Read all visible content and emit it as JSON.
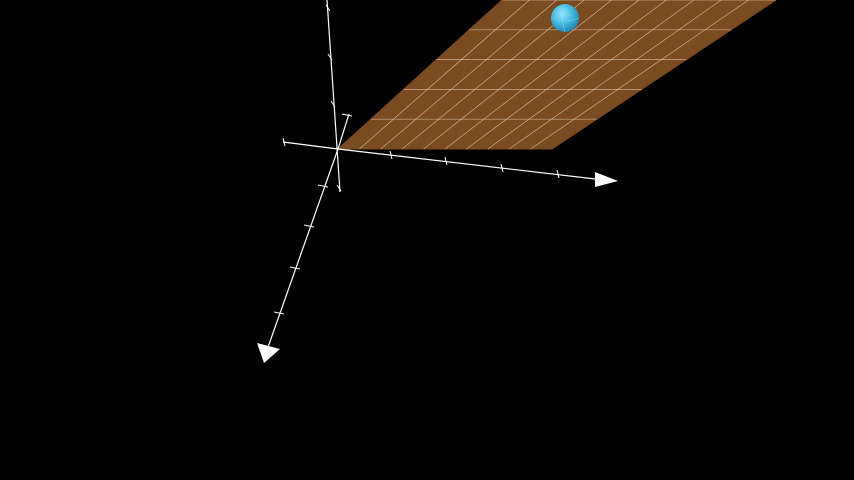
{
  "scene": {
    "background": "#000000",
    "axis_color": "#ffffff",
    "plane_color": "#7a4a20",
    "plane_grid_color": "#d9c2a6",
    "sphere_color": "#4fc3e8",
    "axes": [
      {
        "id": "x",
        "arrow": true,
        "tick_count": 4
      },
      {
        "id": "y",
        "arrow": true,
        "tick_count": 4
      },
      {
        "id": "z",
        "arrow": false,
        "tick_count": 4
      }
    ],
    "plane": {
      "shown": true,
      "grid": true
    },
    "sphere": {
      "shown": true
    }
  }
}
